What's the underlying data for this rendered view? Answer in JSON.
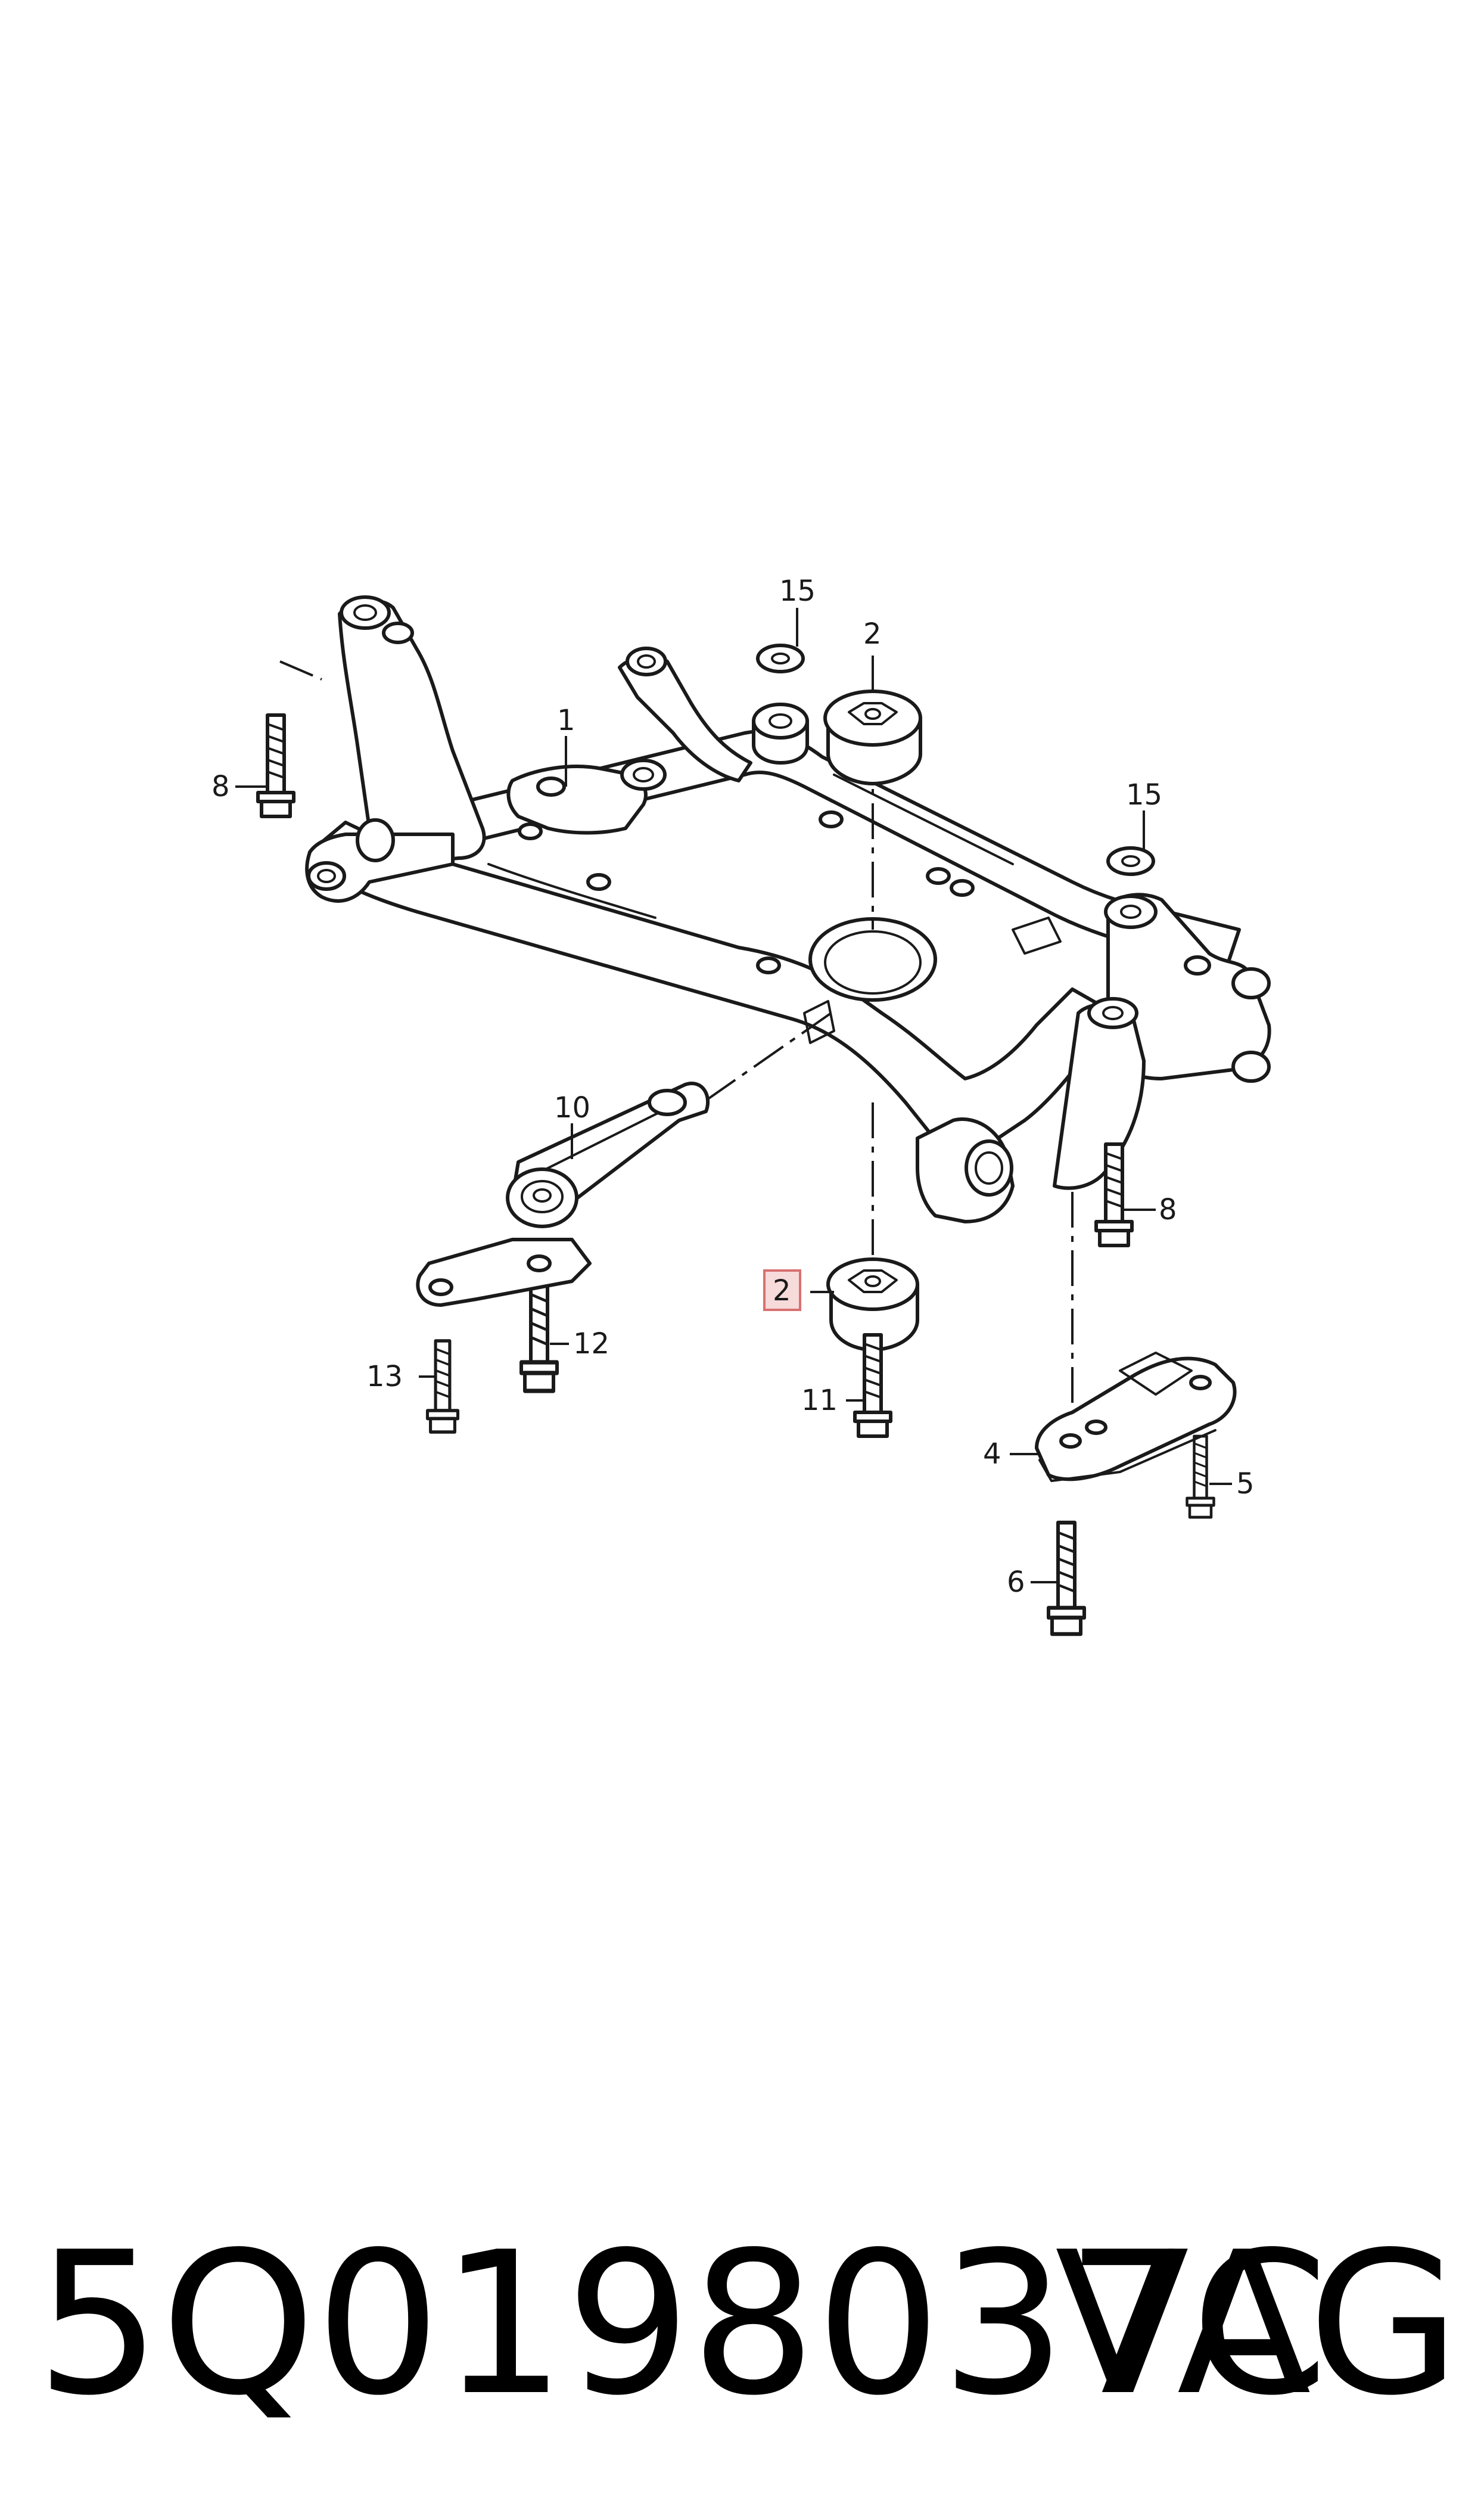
{
  "callouts": {
    "c1": "1",
    "c2_top": "2",
    "c2_bottom": "2",
    "c4": "4",
    "c5": "5",
    "c6": "6",
    "c8_left": "8",
    "c8_right": "8",
    "c10": "10",
    "c11": "11",
    "c12": "12",
    "c13": "13",
    "c15_left": "15",
    "c15_right": "15"
  },
  "highlighted_callout": "2",
  "highlight_color": "#f7dada",
  "footer": {
    "part_number": "5Q0198037C",
    "brand": "VAG"
  }
}
